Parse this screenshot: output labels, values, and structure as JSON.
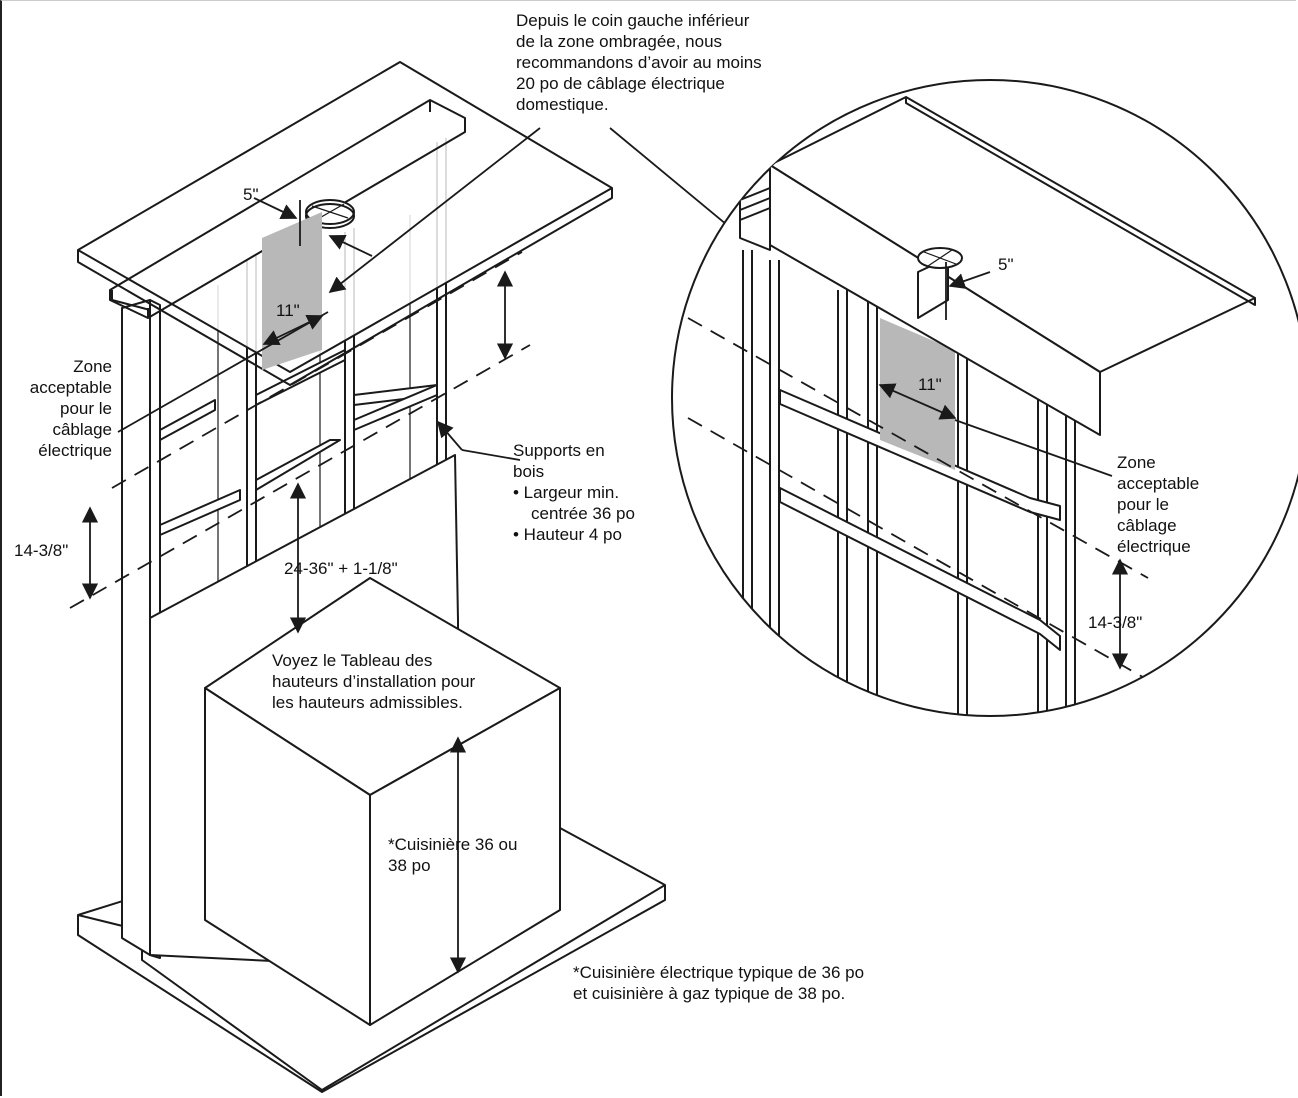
{
  "labels": {
    "callout_top": [
      "Depuis le coin gauche inférieur",
      "de la zone ombragée, nous",
      "recommandons d’avoir au moins",
      "20 po de câblage électrique",
      "domestique."
    ],
    "dim_5_left": "5\"",
    "dim_11_left": "11\"",
    "dim_5_right": "5\"",
    "dim_11_right": "11\"",
    "zone_left": [
      "Zone",
      "acceptable",
      "pour le",
      "câblage",
      "électrique"
    ],
    "zone_right": [
      "Zone",
      "acceptable",
      "pour le",
      "câblage",
      "électrique"
    ],
    "supports": [
      "Supports en",
      "bois",
      "• Largeur min.",
      "centrée 36 po",
      "• Hauteur 4 po"
    ],
    "dim_14_left": "14-3/8\"",
    "dim_14_right": "14-3/8\"",
    "dim_24_36": "24-36\" + 1-1/8\"",
    "voyez": [
      "Voyez le Tableau des",
      "hauteurs d’installation pour",
      "les hauteurs admissibles."
    ],
    "cuisiniere": [
      "*Cuisinière 36 ou",
      "38 po"
    ],
    "footnote": [
      "*Cuisinière électrique typique de 36 po",
      "et cuisinière à gaz typique de 38 po."
    ]
  },
  "colors": {
    "line": "#1a1a1a",
    "shade": "#b8b8b8"
  }
}
